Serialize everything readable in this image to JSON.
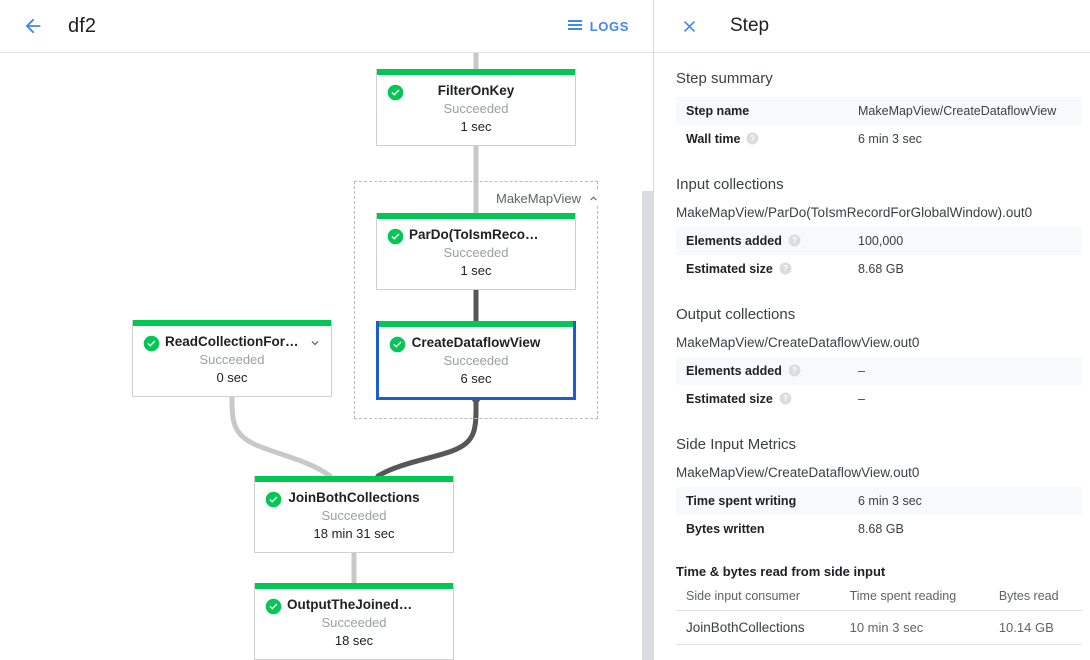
{
  "topbar": {
    "back_icon": "arrow-back-icon",
    "job_title": "df2",
    "logs_label": "LOGS",
    "logs_icon": "list-icon",
    "accent_color": "#4285f4"
  },
  "graph": {
    "status_color": "#00c853",
    "selected_border_color": "#1a5fd0",
    "group": {
      "label": "MakeMapView",
      "collapse_icon": "chevron-up-icon"
    },
    "nodes": [
      {
        "id": "filter-on-key",
        "name": "FilterOnKey",
        "status": "Succeeded",
        "time": "1 sec",
        "status_icon": "check-circle-icon",
        "selected": false,
        "expander": null
      },
      {
        "id": "pardo-to-ism-record",
        "name": "ParDo(ToIsmRecordFor…",
        "status": "Succeeded",
        "time": "1 sec",
        "status_icon": "check-circle-icon",
        "selected": false,
        "expander": null
      },
      {
        "id": "create-dataflow-view",
        "name": "CreateDataflowView",
        "status": "Succeeded",
        "time": "6 sec",
        "status_icon": "check-circle-icon",
        "selected": true,
        "expander": null
      },
      {
        "id": "read-collection-for-join",
        "name": "ReadCollectionForJoin",
        "status": "Succeeded",
        "time": "0 sec",
        "status_icon": "check-circle-icon",
        "selected": false,
        "expander": "chevron-down-icon"
      },
      {
        "id": "join-both-collections",
        "name": "JoinBothCollections",
        "status": "Succeeded",
        "time": "18 min 31 sec",
        "status_icon": "check-circle-icon",
        "selected": false,
        "expander": null
      },
      {
        "id": "output-the-joined-collection",
        "name": "OutputTheJoinedCollec…",
        "status": "Succeeded",
        "time": "18 sec",
        "status_icon": "check-circle-icon",
        "selected": false,
        "expander": null
      }
    ]
  },
  "panel": {
    "close_icon": "close-icon",
    "title": "Step",
    "step_summary": {
      "heading": "Step summary",
      "rows": [
        {
          "label": "Step name",
          "value": "MakeMapView/CreateDataflowView",
          "help": false
        },
        {
          "label": "Wall time",
          "value": "6 min 3 sec",
          "help": true
        }
      ]
    },
    "input_collections": {
      "heading": "Input collections",
      "collection_name": "MakeMapView/ParDo(ToIsmRecordForGlobalWindow).out0",
      "rows": [
        {
          "label": "Elements added",
          "value": "100,000",
          "help": true
        },
        {
          "label": "Estimated size",
          "value": "8.68 GB",
          "help": true
        }
      ]
    },
    "output_collections": {
      "heading": "Output collections",
      "collection_name": "MakeMapView/CreateDataflowView.out0",
      "rows": [
        {
          "label": "Elements added",
          "value": "–",
          "help": true
        },
        {
          "label": "Estimated size",
          "value": "–",
          "help": true
        }
      ]
    },
    "side_input_metrics": {
      "heading": "Side Input Metrics",
      "collection_name": "MakeMapView/CreateDataflowView.out0",
      "rows": [
        {
          "label": "Time spent writing",
          "value": "6 min 3 sec",
          "help": false
        },
        {
          "label": "Bytes written",
          "value": "8.68 GB",
          "help": false
        }
      ],
      "table_title": "Time & bytes read from side input",
      "columns": [
        "Side input consumer",
        "Time spent reading",
        "Bytes read"
      ],
      "rows_data": [
        [
          "JoinBothCollections",
          "10 min 3 sec",
          "10.14 GB"
        ]
      ]
    }
  }
}
